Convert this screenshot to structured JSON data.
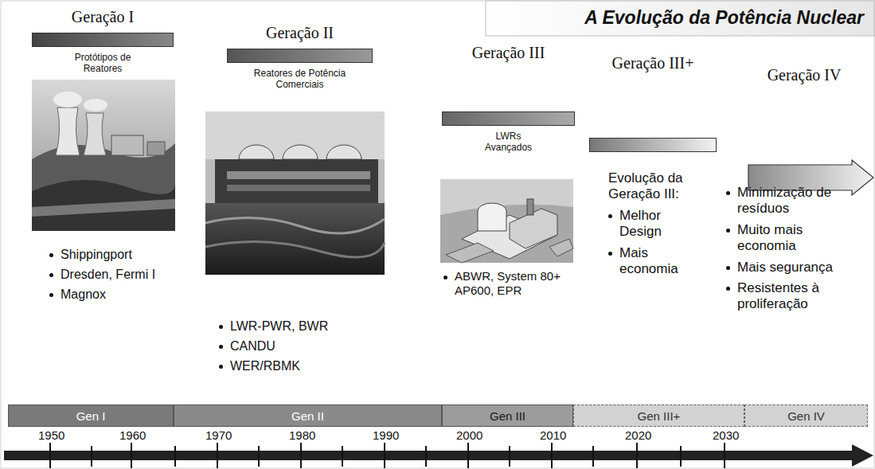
{
  "diagram": {
    "title": "A Evolução da Potência Nuclear",
    "nodes": [
      {
        "text": [
          "Geração I",
          "Protótipos de Reatores"
        ]
      },
      {
        "text": [
          "Geração II",
          "Reatores de Potência Comerciais"
        ]
      },
      {
        "text": [
          "Geração III",
          "LWRs Avançados"
        ]
      },
      {
        "text": [
          "Geração III+"
        ]
      },
      {
        "text": [
          "Geração IV"
        ]
      },
      {
        "text": [
          "Gen I"
        ]
      },
      {
        "text": [
          "Gen II"
        ]
      },
      {
        "text": [
          "Gen III"
        ]
      },
      {
        "text": [
          "Gen III+"
        ]
      },
      {
        "text": [
          "Gen IV"
        ]
      }
    ],
    "labels": [
      "Shippingport",
      "Dresden, Fermi I",
      "Magnox",
      "LWR-PWR, BWR",
      "CANDU",
      "WER/RBMK",
      "ABWR, System 80+ AP600, EPR",
      "Evolução da Geração III:",
      "Melhor Design",
      "Mais economia",
      "Minimização de resíduos",
      "Muito mais economia",
      "Mais segurança",
      "Resistentes à proliferação",
      "1950",
      "1960",
      "1970",
      "1980",
      "1990",
      "2000",
      "2010",
      "2020",
      "2030"
    ]
  }
}
